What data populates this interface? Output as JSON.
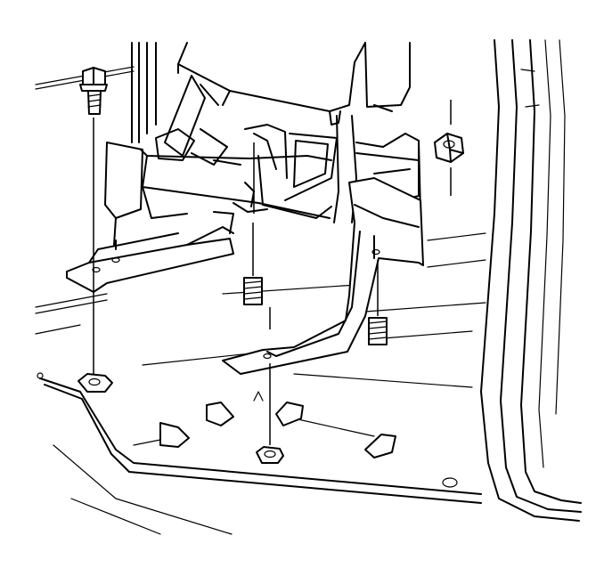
{
  "figure": {
    "kind": "exploded-view line drawing",
    "parts": [
      "bolt",
      "nut",
      "stud",
      "bracket",
      "floor-pan",
      "seat-frame",
      "door-pillar"
    ],
    "colors": {
      "line": "#000000",
      "background": "#ffffff"
    }
  }
}
